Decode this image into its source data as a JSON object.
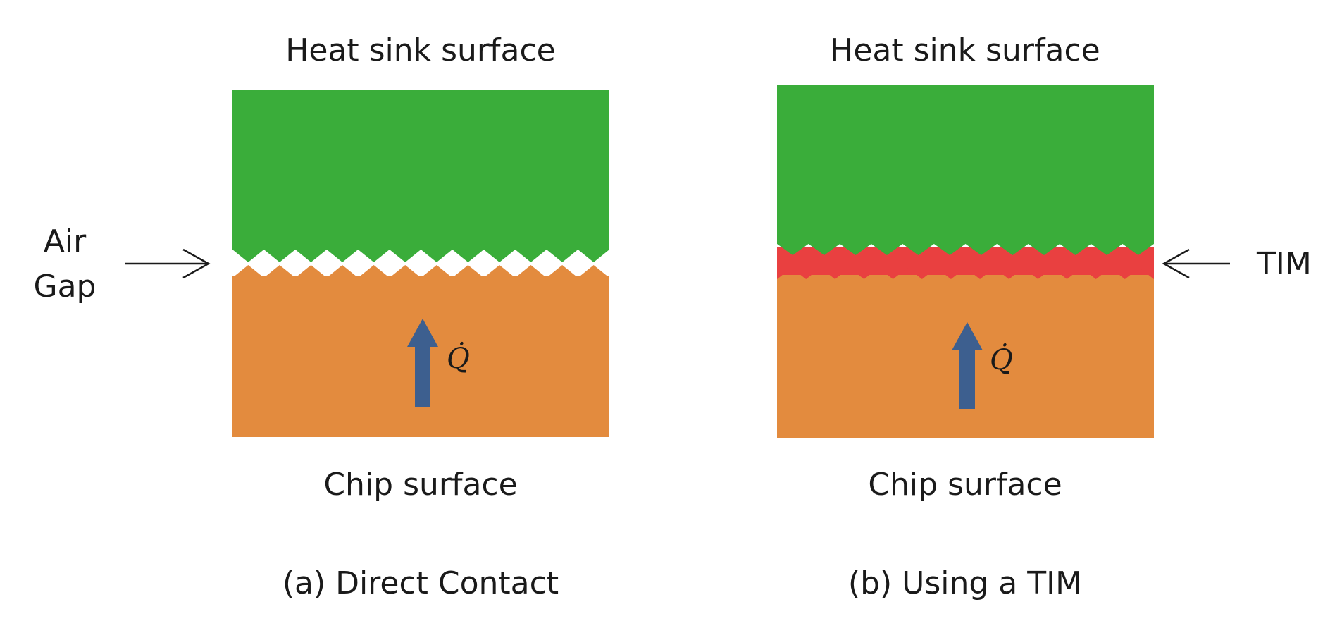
{
  "colors": {
    "heat_sink": "#3aad3a",
    "chip": "#e38b3e",
    "tim": "#e94040",
    "air_gap": "#ffffff",
    "heat_arrow": "#3d5f8f",
    "text": "#1a1a1a"
  },
  "panel_a": {
    "top_label": "Heat sink surface",
    "bottom_label": "Chip surface",
    "caption": "(a) Direct Contact",
    "side_label_line1": "Air",
    "side_label_line2": "Gap",
    "heat_symbol": "Q̇"
  },
  "panel_b": {
    "top_label": "Heat sink surface",
    "bottom_label": "Chip surface",
    "caption": "(b) Using a TIM",
    "side_label": "TIM",
    "heat_symbol": "Q̇"
  },
  "icons": [
    "arrow-right-icon",
    "arrow-left-icon",
    "heat-flow-arrow-icon"
  ]
}
